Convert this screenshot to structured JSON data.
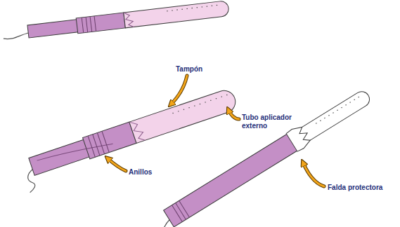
{
  "diagram": {
    "labels": [
      "Tampón",
      "Tubo aplicador externo",
      "Anillos",
      "Falda protectora"
    ]
  }
}
